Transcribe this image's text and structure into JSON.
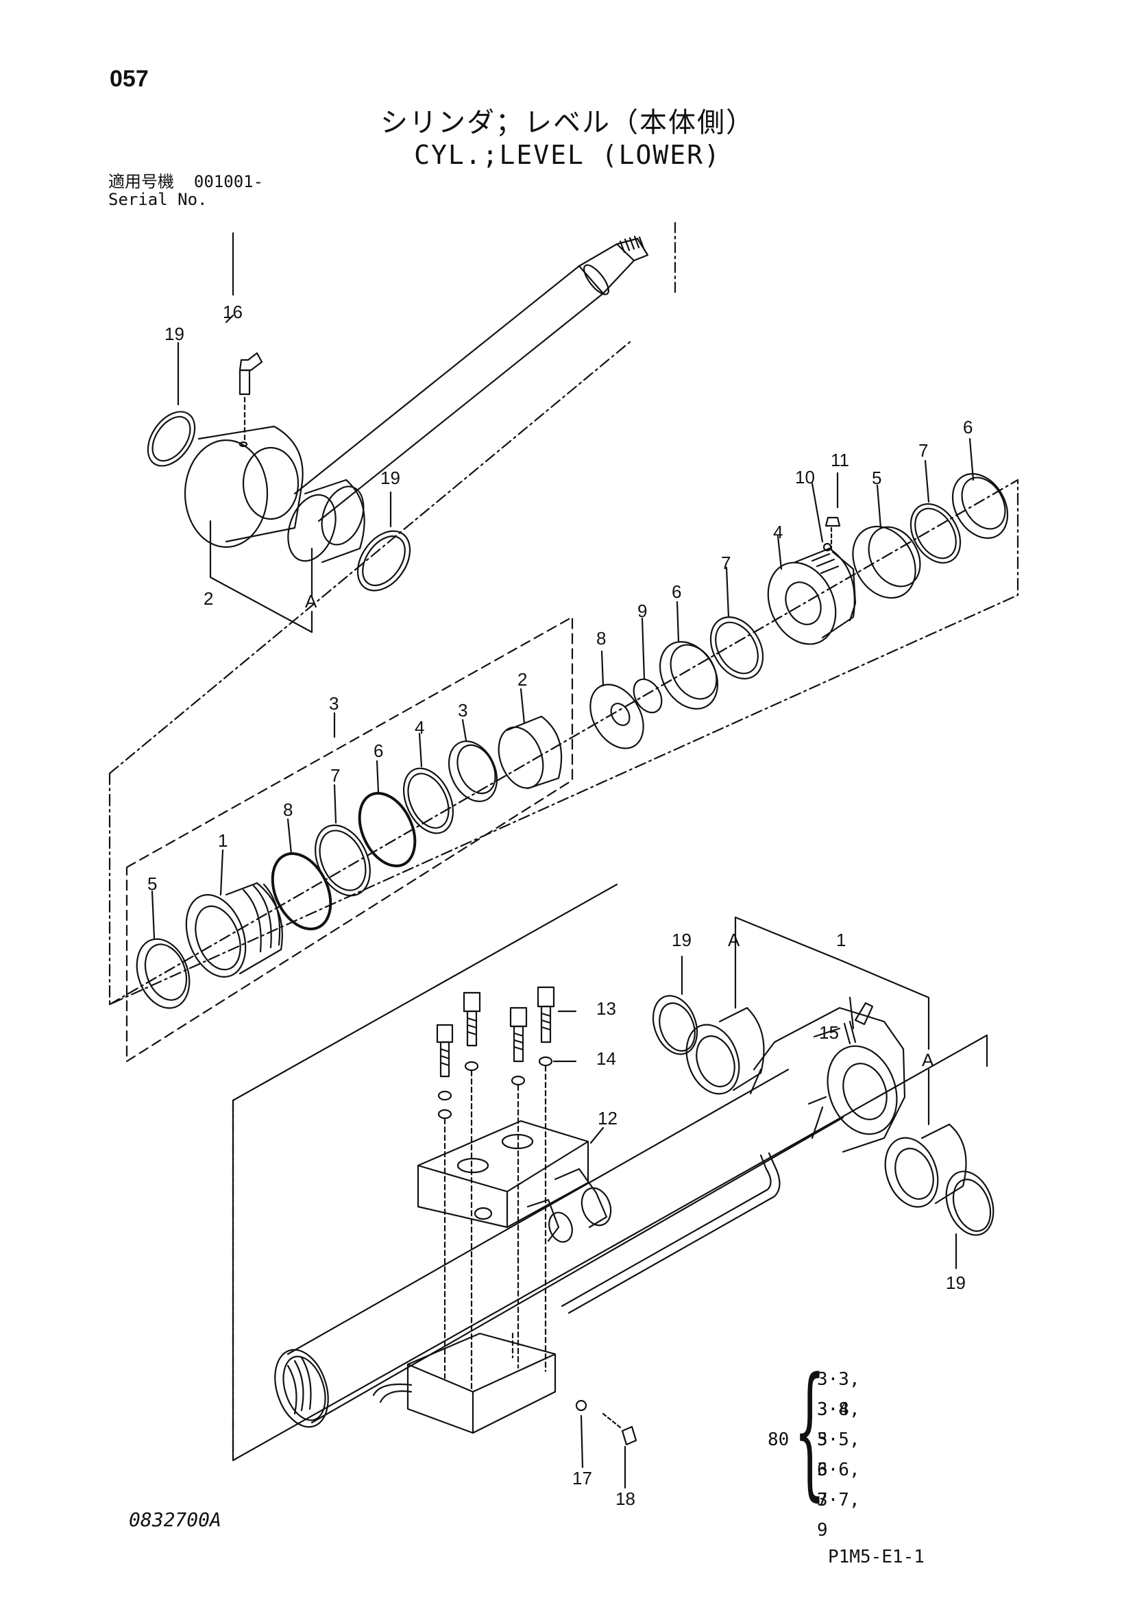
{
  "header": {
    "page_number": "057",
    "title_jp": "シリンダ；レベル（本体側）",
    "title_en": "CYL.;LEVEL (LOWER)"
  },
  "serial": {
    "label_jp": "適用号機",
    "value": "001001-",
    "label_en": "Serial No."
  },
  "callouts": [
    "1",
    "2",
    "3",
    "4",
    "5",
    "6",
    "7",
    "8",
    "9",
    "10",
    "11",
    "12",
    "13",
    "14",
    "15",
    "16",
    "17",
    "18",
    "19",
    "A"
  ],
  "kit": {
    "number": "80",
    "items": [
      "3·3, 3·8",
      "3·4, 5",
      "3·5, 6",
      "3·6, 7",
      "3·7, 9"
    ]
  },
  "footer": {
    "drawing_number": "0832700A",
    "page_code": "P1M5-E1-1"
  }
}
